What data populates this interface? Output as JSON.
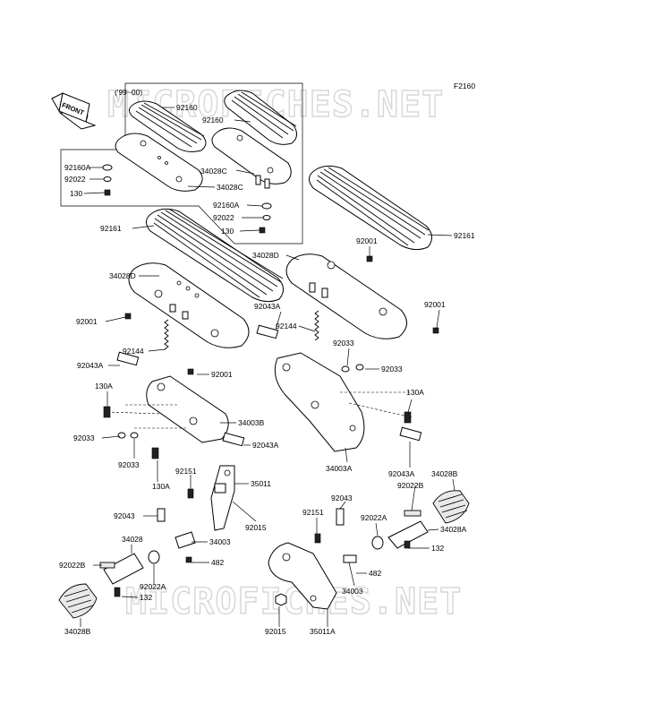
{
  "figure_code": "F2160",
  "inset_note": "('99~00)",
  "front_label": "FRONT",
  "watermark": "MICROFICHES.NET",
  "labels": {
    "l_92160_a": "92160",
    "l_92160_b": "92160",
    "l_92160A_a": "92160A",
    "l_92022_a": "92022",
    "l_130_a": "130",
    "l_34028C_a": "34028C",
    "l_34028C_b": "34028C",
    "l_92160A_b": "92160A",
    "l_92022_b": "92022",
    "l_130_b": "130",
    "l_92161_a": "92161",
    "l_92161_b": "92161",
    "l_34028D_a": "34028D",
    "l_34028D_b": "34028D",
    "l_92001_a": "92001",
    "l_92001_b": "92001",
    "l_92001_c": "92001",
    "l_92001_d": "92001",
    "l_92043A_a": "92043A",
    "l_92043A_b": "92043A",
    "l_92043A_c": "92043A",
    "l_92043A_d": "92043A",
    "l_92144_a": "92144",
    "l_92144_b": "92144",
    "l_92033_a": "92033",
    "l_92033_b": "92033",
    "l_92033_c": "92033",
    "l_92033_d": "92033",
    "l_130A_a": "130A",
    "l_130A_b": "130A",
    "l_130A_c": "130A",
    "l_34003B": "34003B",
    "l_34003A": "34003A",
    "l_92151_a": "92151",
    "l_92151_b": "92151",
    "l_35011": "35011",
    "l_35011A": "35011A",
    "l_92043_a": "92043",
    "l_92043_b": "92043",
    "l_92015_a": "92015",
    "l_92015_b": "92015",
    "l_34003_a": "34003",
    "l_34003_b": "34003",
    "l_482_a": "482",
    "l_482_b": "482",
    "l_34028_a": "34028",
    "l_92022B_a": "92022B",
    "l_92022B_b": "92022B",
    "l_92022A_a": "92022A",
    "l_92022A_b": "92022A",
    "l_132_a": "132",
    "l_132_b": "132",
    "l_34028B_a": "34028B",
    "l_34028B_b": "34028B",
    "l_34028A": "34028A"
  }
}
